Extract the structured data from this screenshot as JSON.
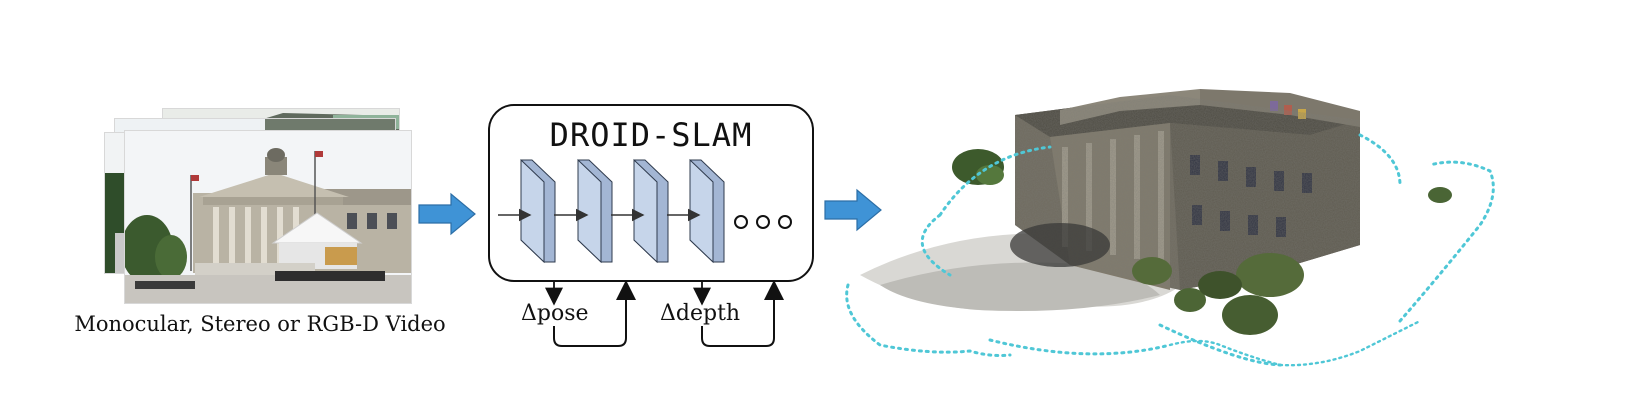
{
  "input": {
    "caption": "Monocular, Stereo or RGB-D Video"
  },
  "network": {
    "title": "DROID-SLAM",
    "blocks": 4,
    "ellipsis_dots": 3,
    "pose_update_label": "Δpose",
    "depth_update_label": "Δdepth"
  },
  "colors": {
    "arrow_blue": "#3f93d6",
    "block_front": "#c6d5ea",
    "block_side": "#a3b6d4",
    "trajectory_cyan": "#4fc7d6",
    "building_stone": "#6f6a5e"
  },
  "output": {
    "icon": "point-cloud-reconstruction"
  }
}
